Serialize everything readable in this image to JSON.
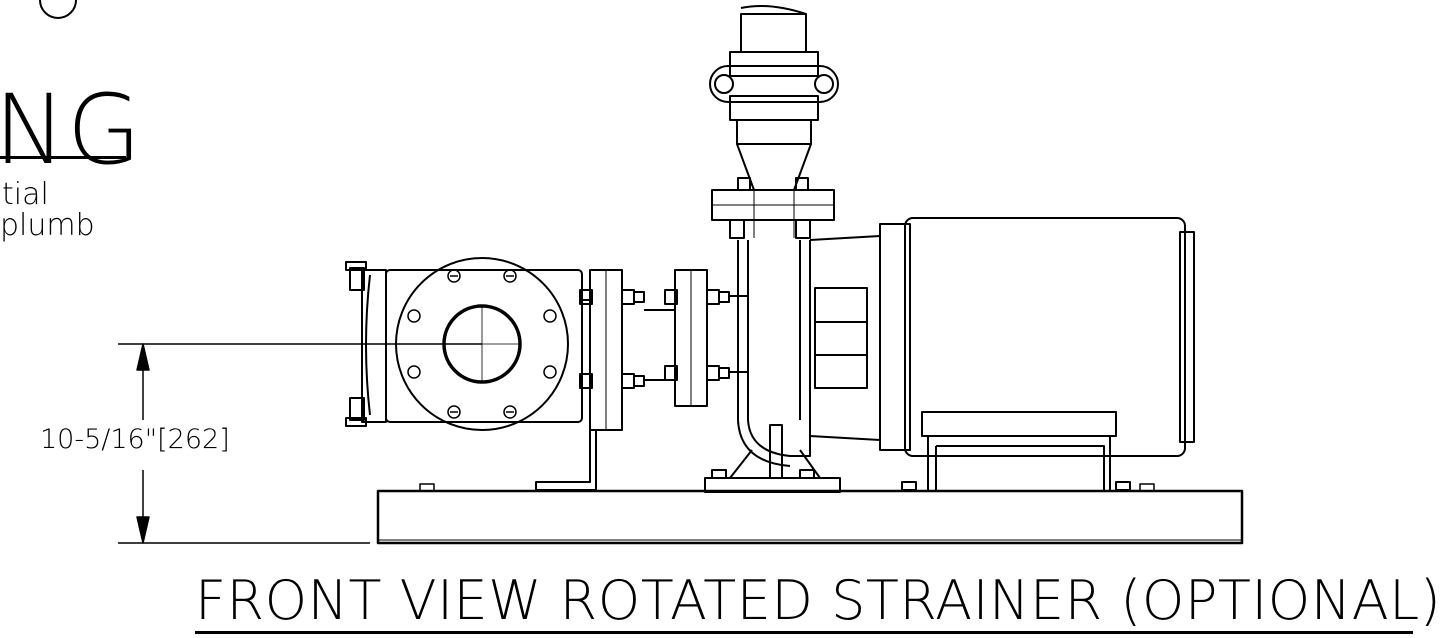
{
  "heading": {
    "text": "NG"
  },
  "notes": {
    "line1": "tial",
    "line2": "plumb"
  },
  "dimension": {
    "label": "10-5/16\"[262]"
  },
  "view": {
    "title": "FRONT VIEW ROTATED STRAINER (OPTIONAL)"
  },
  "colors": {
    "line": "#000000",
    "background": "#ffffff"
  },
  "icons": {
    "top_left_fragment": "circle-fragment-icon"
  }
}
